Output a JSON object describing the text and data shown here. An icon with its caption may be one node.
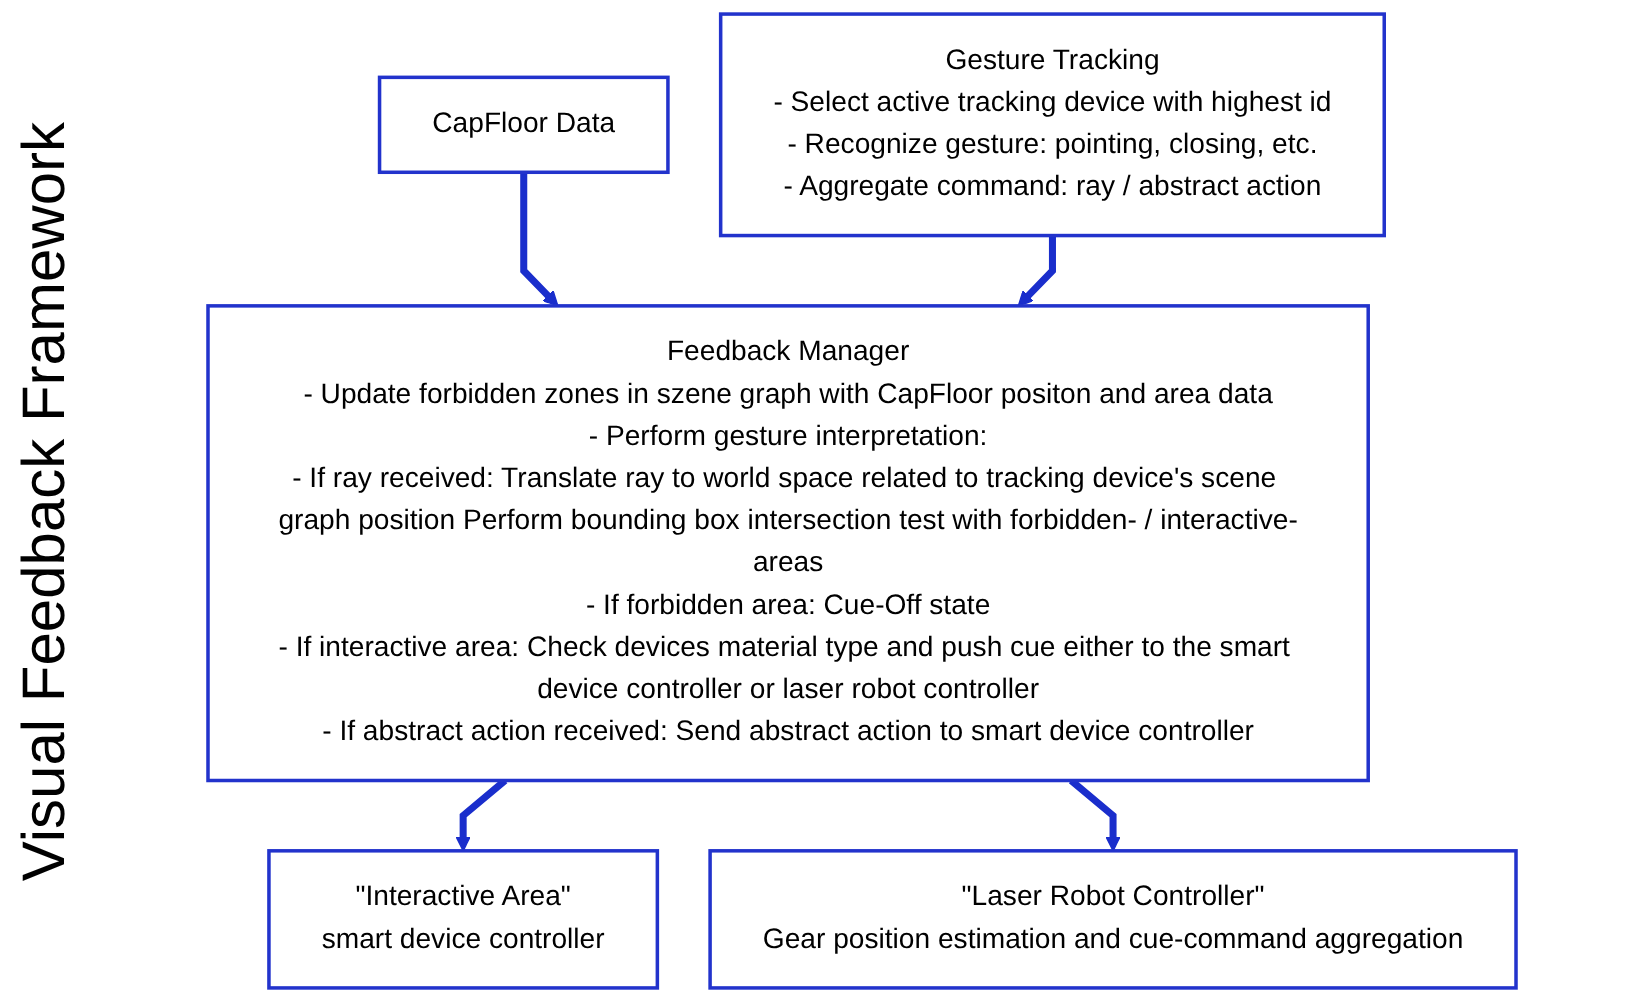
{
  "diagram": {
    "title": "Visual Feedback Framework",
    "nodes": [
      {
        "text": [
          "CapFloor Data"
        ]
      },
      {
        "text": [
          "Gesture Tracking",
          "- Select active tracking device with highest id",
          "- Recognize gesture: pointing, closing, etc.",
          "- Aggregate command: ray / abstract action"
        ]
      },
      {
        "text": [
          "Feedback Manager",
          "- Update forbidden zones in szene graph with CapFloor positon and area data",
          "- Perform gesture interpretation:",
          "- If ray received: Translate ray to world space related to tracking device's scene graph position Perform bounding box intersection test with forbidden- / interactive-areas",
          "- If forbidden area: Cue-Off state",
          "- If interactive area: Check devices material type and push cue either to the smart device controller or laser robot controller",
          "- If abstract action received: Send abstract action to smart device controller"
        ]
      },
      {
        "text": [
          "\"Interactive Area\"",
          "smart device controller"
        ]
      },
      {
        "text": [
          "\"Laser Robot Controller\"",
          "Gear position estimation and cue-command aggregation"
        ]
      }
    ],
    "edges": [
      {
        "from": 0,
        "to": 2,
        "arrow": "to"
      },
      {
        "from": 1,
        "to": 2,
        "arrow": "to"
      },
      {
        "from": 2,
        "to": 3,
        "arrow": "to"
      },
      {
        "from": 2,
        "to": 4,
        "arrow": "to"
      }
    ]
  }
}
